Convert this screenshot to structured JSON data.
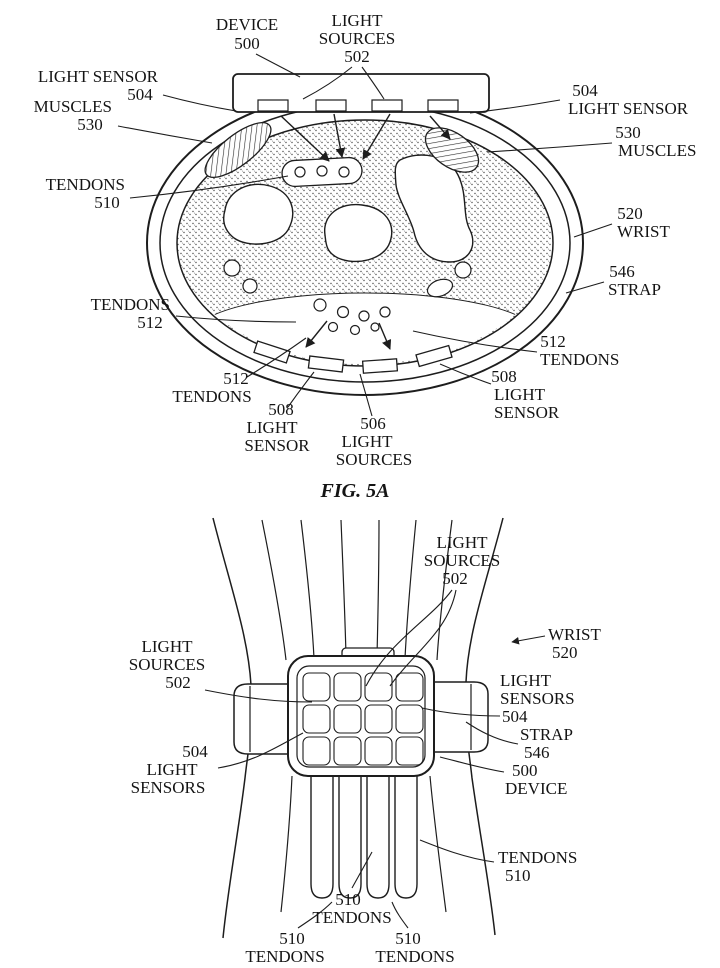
{
  "page": {
    "background": "#ffffff",
    "ink": "#1d1d1d"
  },
  "fig5a": {
    "caption": "FIG. 5A",
    "device": {
      "label": "DEVICE",
      "ref": "500"
    },
    "light_sources_top": {
      "line1": "LIGHT",
      "line2": "SOURCES",
      "ref": "502"
    },
    "light_sensor_left": {
      "label": "LIGHT SENSOR",
      "ref": "504"
    },
    "muscles_left": {
      "label": "MUSCLES",
      "ref": "530"
    },
    "light_sensor_right": {
      "label": "LIGHT SENSOR",
      "ref": "504"
    },
    "muscles_right": {
      "label": "MUSCLES",
      "ref": "530"
    },
    "tendons_upper": {
      "label": "TENDONS",
      "ref": "510"
    },
    "wrist": {
      "label": "WRIST",
      "ref": "520"
    },
    "strap": {
      "label": "STRAP",
      "ref": "546"
    },
    "tendons_mid_left": {
      "label": "TENDONS",
      "ref": "512"
    },
    "tendons_right": {
      "label": "TENDONS",
      "ref": "512"
    },
    "tendons_bottom": {
      "label": "TENDONS",
      "ref": "512"
    },
    "light_sensor_bottom_right": {
      "line1": "LIGHT",
      "line2": "SENSOR",
      "ref": "508"
    },
    "light_sensor_bottom_left": {
      "line1": "LIGHT",
      "line2": "SENSOR",
      "ref": "508"
    },
    "light_sources_bottom": {
      "line1": "LIGHT",
      "line2": "SOURCES",
      "ref": "506"
    }
  },
  "fig5b": {
    "light_sources_top": {
      "line1": "LIGHT",
      "line2": "SOURCES",
      "ref": "502"
    },
    "light_sources_left": {
      "line1": "LIGHT",
      "line2": "SOURCES",
      "ref": "502"
    },
    "wrist": {
      "label": "WRIST",
      "ref": "520"
    },
    "light_sensors_right": {
      "line1": "LIGHT",
      "line2": "SENSORS",
      "ref": "504"
    },
    "strap": {
      "label": "STRAP",
      "ref": "546"
    },
    "light_sensors_left": {
      "line1": "LIGHT",
      "line2": "SENSORS",
      "ref": "504"
    },
    "device": {
      "label": "DEVICE",
      "ref": "500"
    },
    "tendons_right": {
      "label": "TENDONS",
      "ref": "510"
    },
    "tendons_mid": {
      "label": "TENDONS",
      "ref": "510"
    },
    "tendons_bottom_left": {
      "label": "TENDONS",
      "ref": "510"
    },
    "tendons_bottom_right": {
      "label": "TENDONS",
      "ref": "510"
    }
  }
}
